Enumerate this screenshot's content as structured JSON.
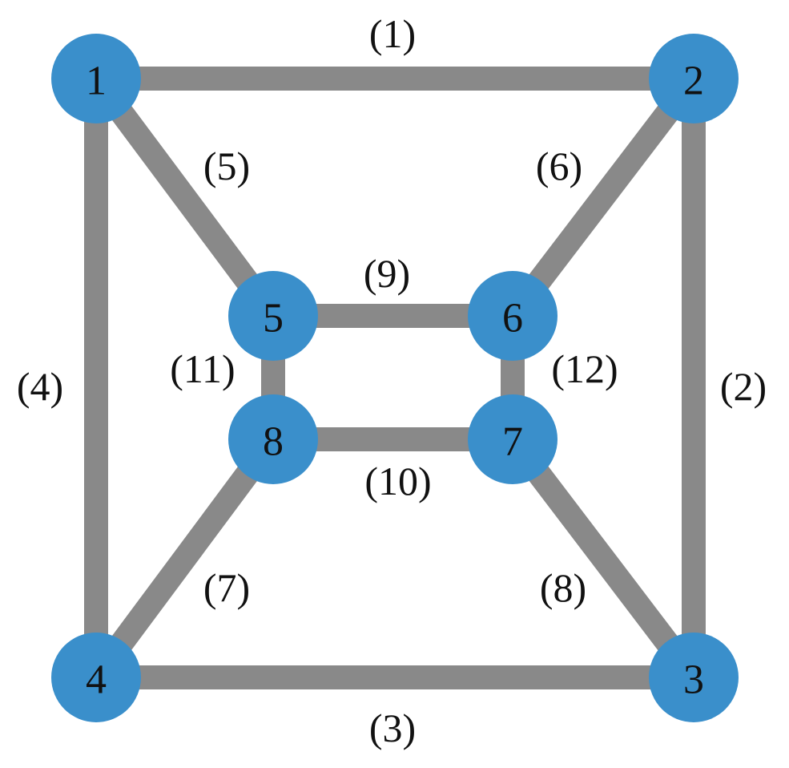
{
  "colors": {
    "node": "#3a8fcb",
    "edge": "#898989",
    "text": "#111111"
  },
  "nodes": [
    {
      "id": "1",
      "label": "1"
    },
    {
      "id": "2",
      "label": "2"
    },
    {
      "id": "3",
      "label": "3"
    },
    {
      "id": "4",
      "label": "4"
    },
    {
      "id": "5",
      "label": "5"
    },
    {
      "id": "6",
      "label": "6"
    },
    {
      "id": "7",
      "label": "7"
    },
    {
      "id": "8",
      "label": "8"
    }
  ],
  "edges": [
    {
      "from": "1",
      "to": "2",
      "label": "(1)"
    },
    {
      "from": "2",
      "to": "3",
      "label": "(2)"
    },
    {
      "from": "4",
      "to": "3",
      "label": "(3)"
    },
    {
      "from": "1",
      "to": "4",
      "label": "(4)"
    },
    {
      "from": "1",
      "to": "5",
      "label": "(5)"
    },
    {
      "from": "2",
      "to": "6",
      "label": "(6)"
    },
    {
      "from": "4",
      "to": "8",
      "label": "(7)"
    },
    {
      "from": "3",
      "to": "7",
      "label": "(8)"
    },
    {
      "from": "5",
      "to": "6",
      "label": "(9)"
    },
    {
      "from": "8",
      "to": "7",
      "label": "(10)"
    },
    {
      "from": "5",
      "to": "8",
      "label": "(11)"
    },
    {
      "from": "6",
      "to": "7",
      "label": "(12)"
    }
  ]
}
